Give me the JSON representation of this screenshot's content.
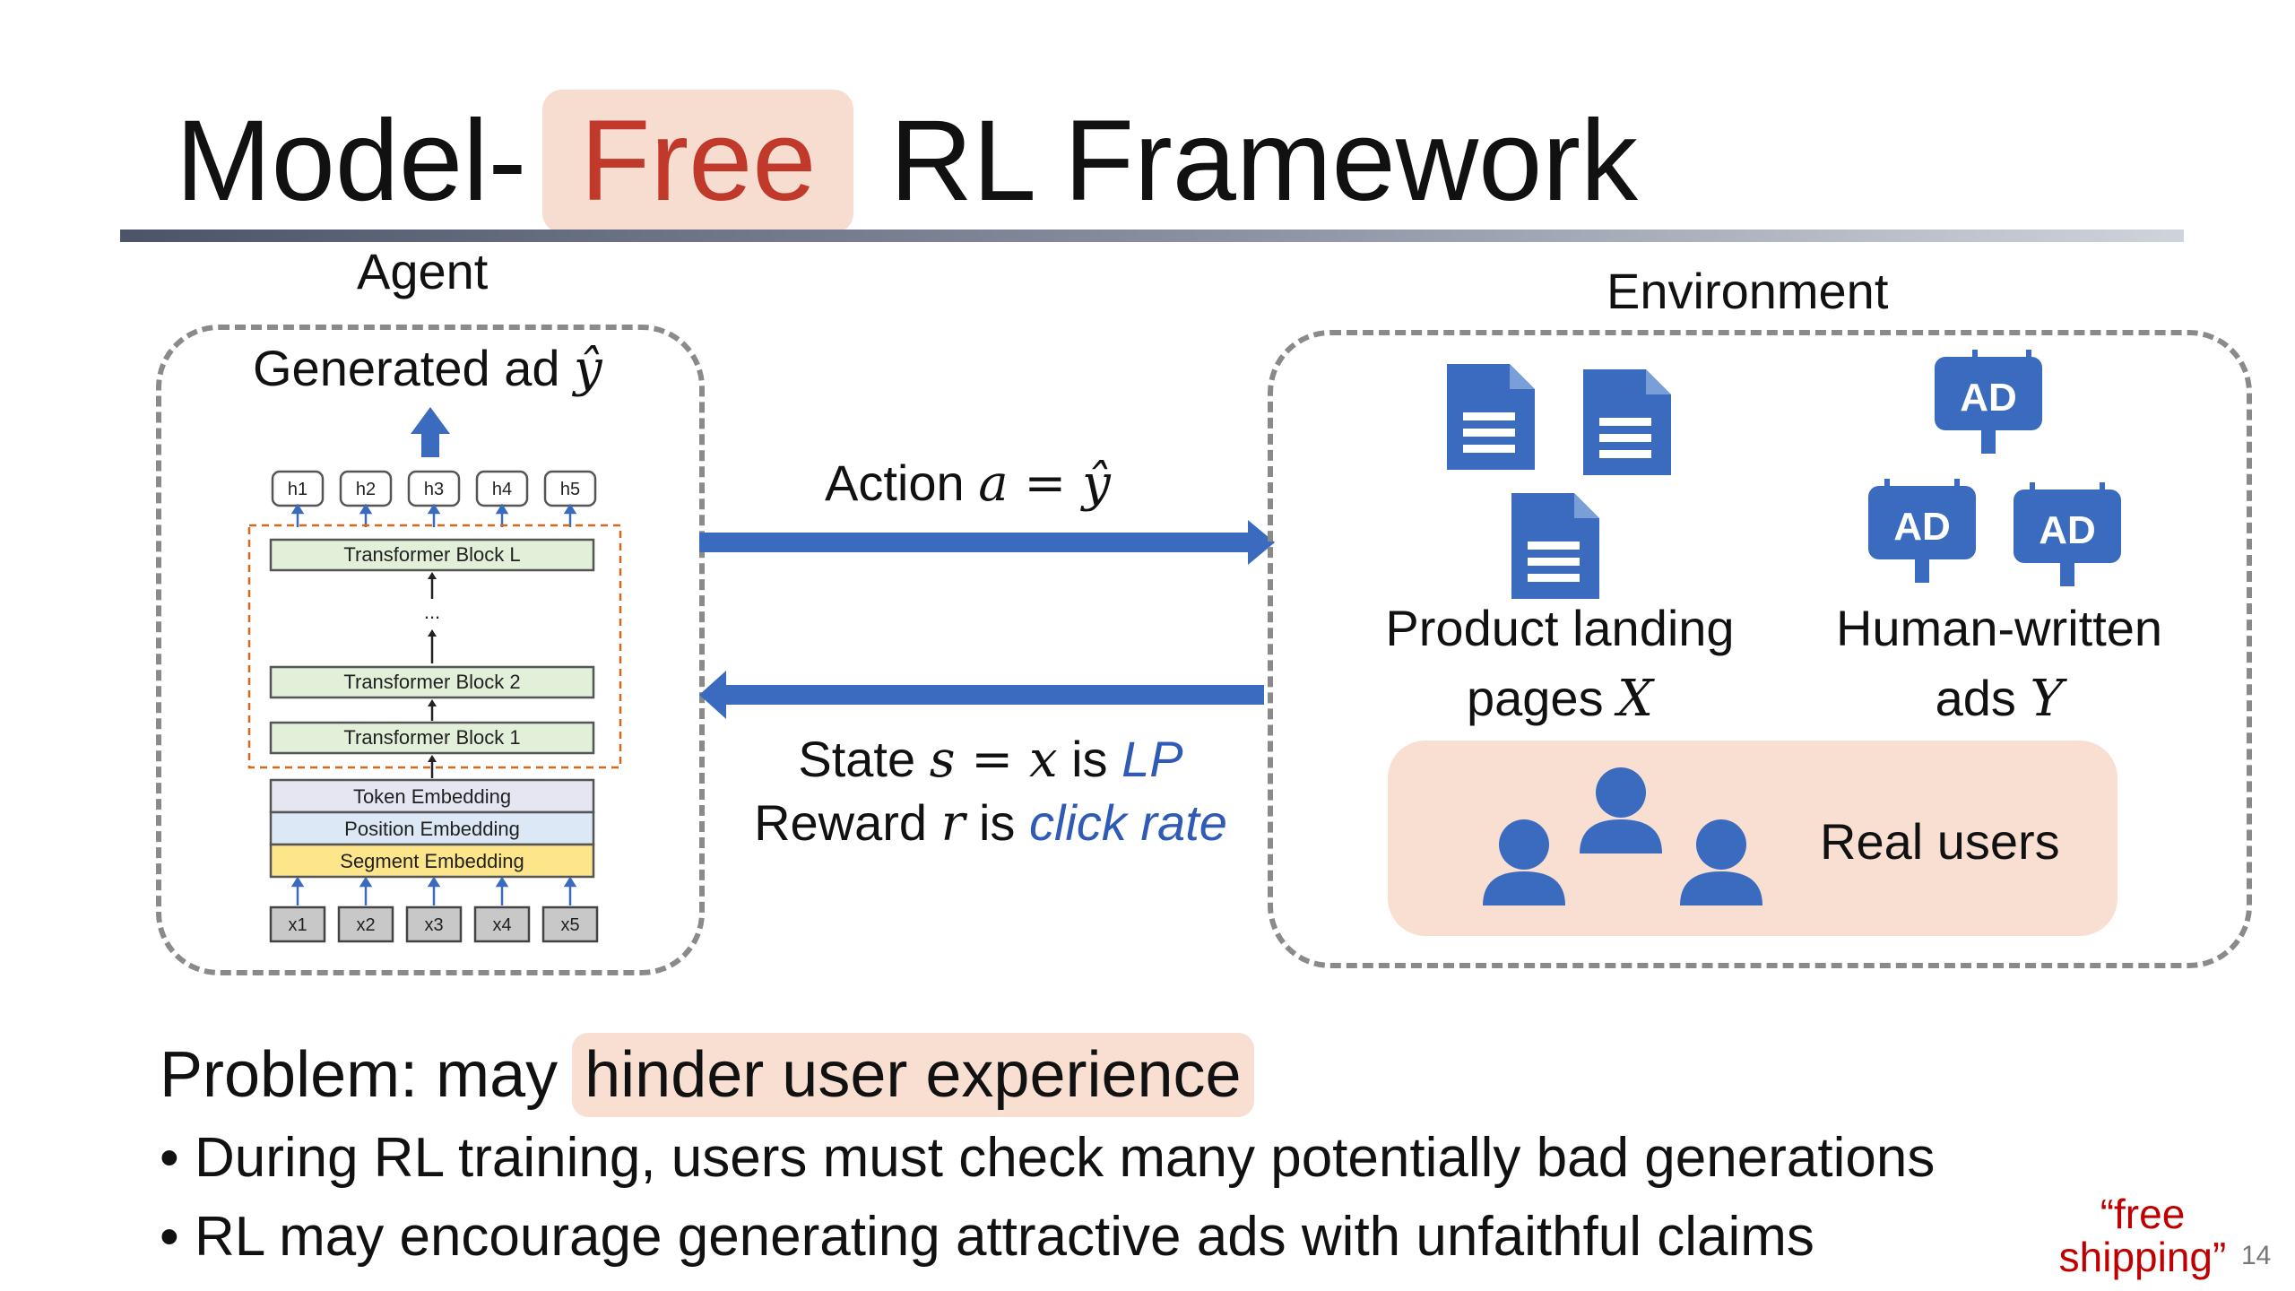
{
  "title": {
    "prefix": "Model-",
    "highlight": "Free",
    "suffix": "RL Framework"
  },
  "agent": {
    "label": "Agent",
    "output_prefix": "Generated ad ",
    "output_symbol": "ŷ",
    "hidden_states": [
      "h1",
      "h2",
      "h3",
      "h4",
      "h5"
    ],
    "blocks": [
      "Transformer Block L",
      "...",
      "Transformer Block 2",
      "Transformer Block 1"
    ],
    "embeddings": [
      "Token Embedding",
      "Position Embedding",
      "Segment Embedding"
    ],
    "inputs": [
      "x1",
      "x2",
      "x3",
      "x4",
      "x5"
    ]
  },
  "arrows": {
    "action_prefix": "Action ",
    "action_math": "a = ŷ",
    "state_prefix": "State ",
    "state_math": "s = x",
    "state_is": " is ",
    "state_value": "LP",
    "reward_prefix": "Reward ",
    "reward_math": "r",
    "reward_is": " is ",
    "reward_value": "click rate"
  },
  "environment": {
    "label": "Environment",
    "pages_line1": "Product landing",
    "pages_line2_prefix": "pages ",
    "pages_symbol": "X",
    "ads_line1": "Human-written",
    "ads_line2_prefix": "ads ",
    "ads_symbol": "Y",
    "ad_badge": "AD",
    "users_label": "Real users"
  },
  "problem": {
    "prefix": "Problem: may",
    "highlight": "hinder user experience",
    "bullets": [
      "During RL training, users must check many potentially bad generations",
      "RL may encourage generating attractive ads with unfaithful claims"
    ],
    "note_line1": "“free",
    "note_line2": "shipping”"
  },
  "page_number": "14",
  "colors": {
    "accent_blue": "#3a6bbf",
    "highlight_peach": "#f8dfd2",
    "free_red": "#c0392b"
  }
}
